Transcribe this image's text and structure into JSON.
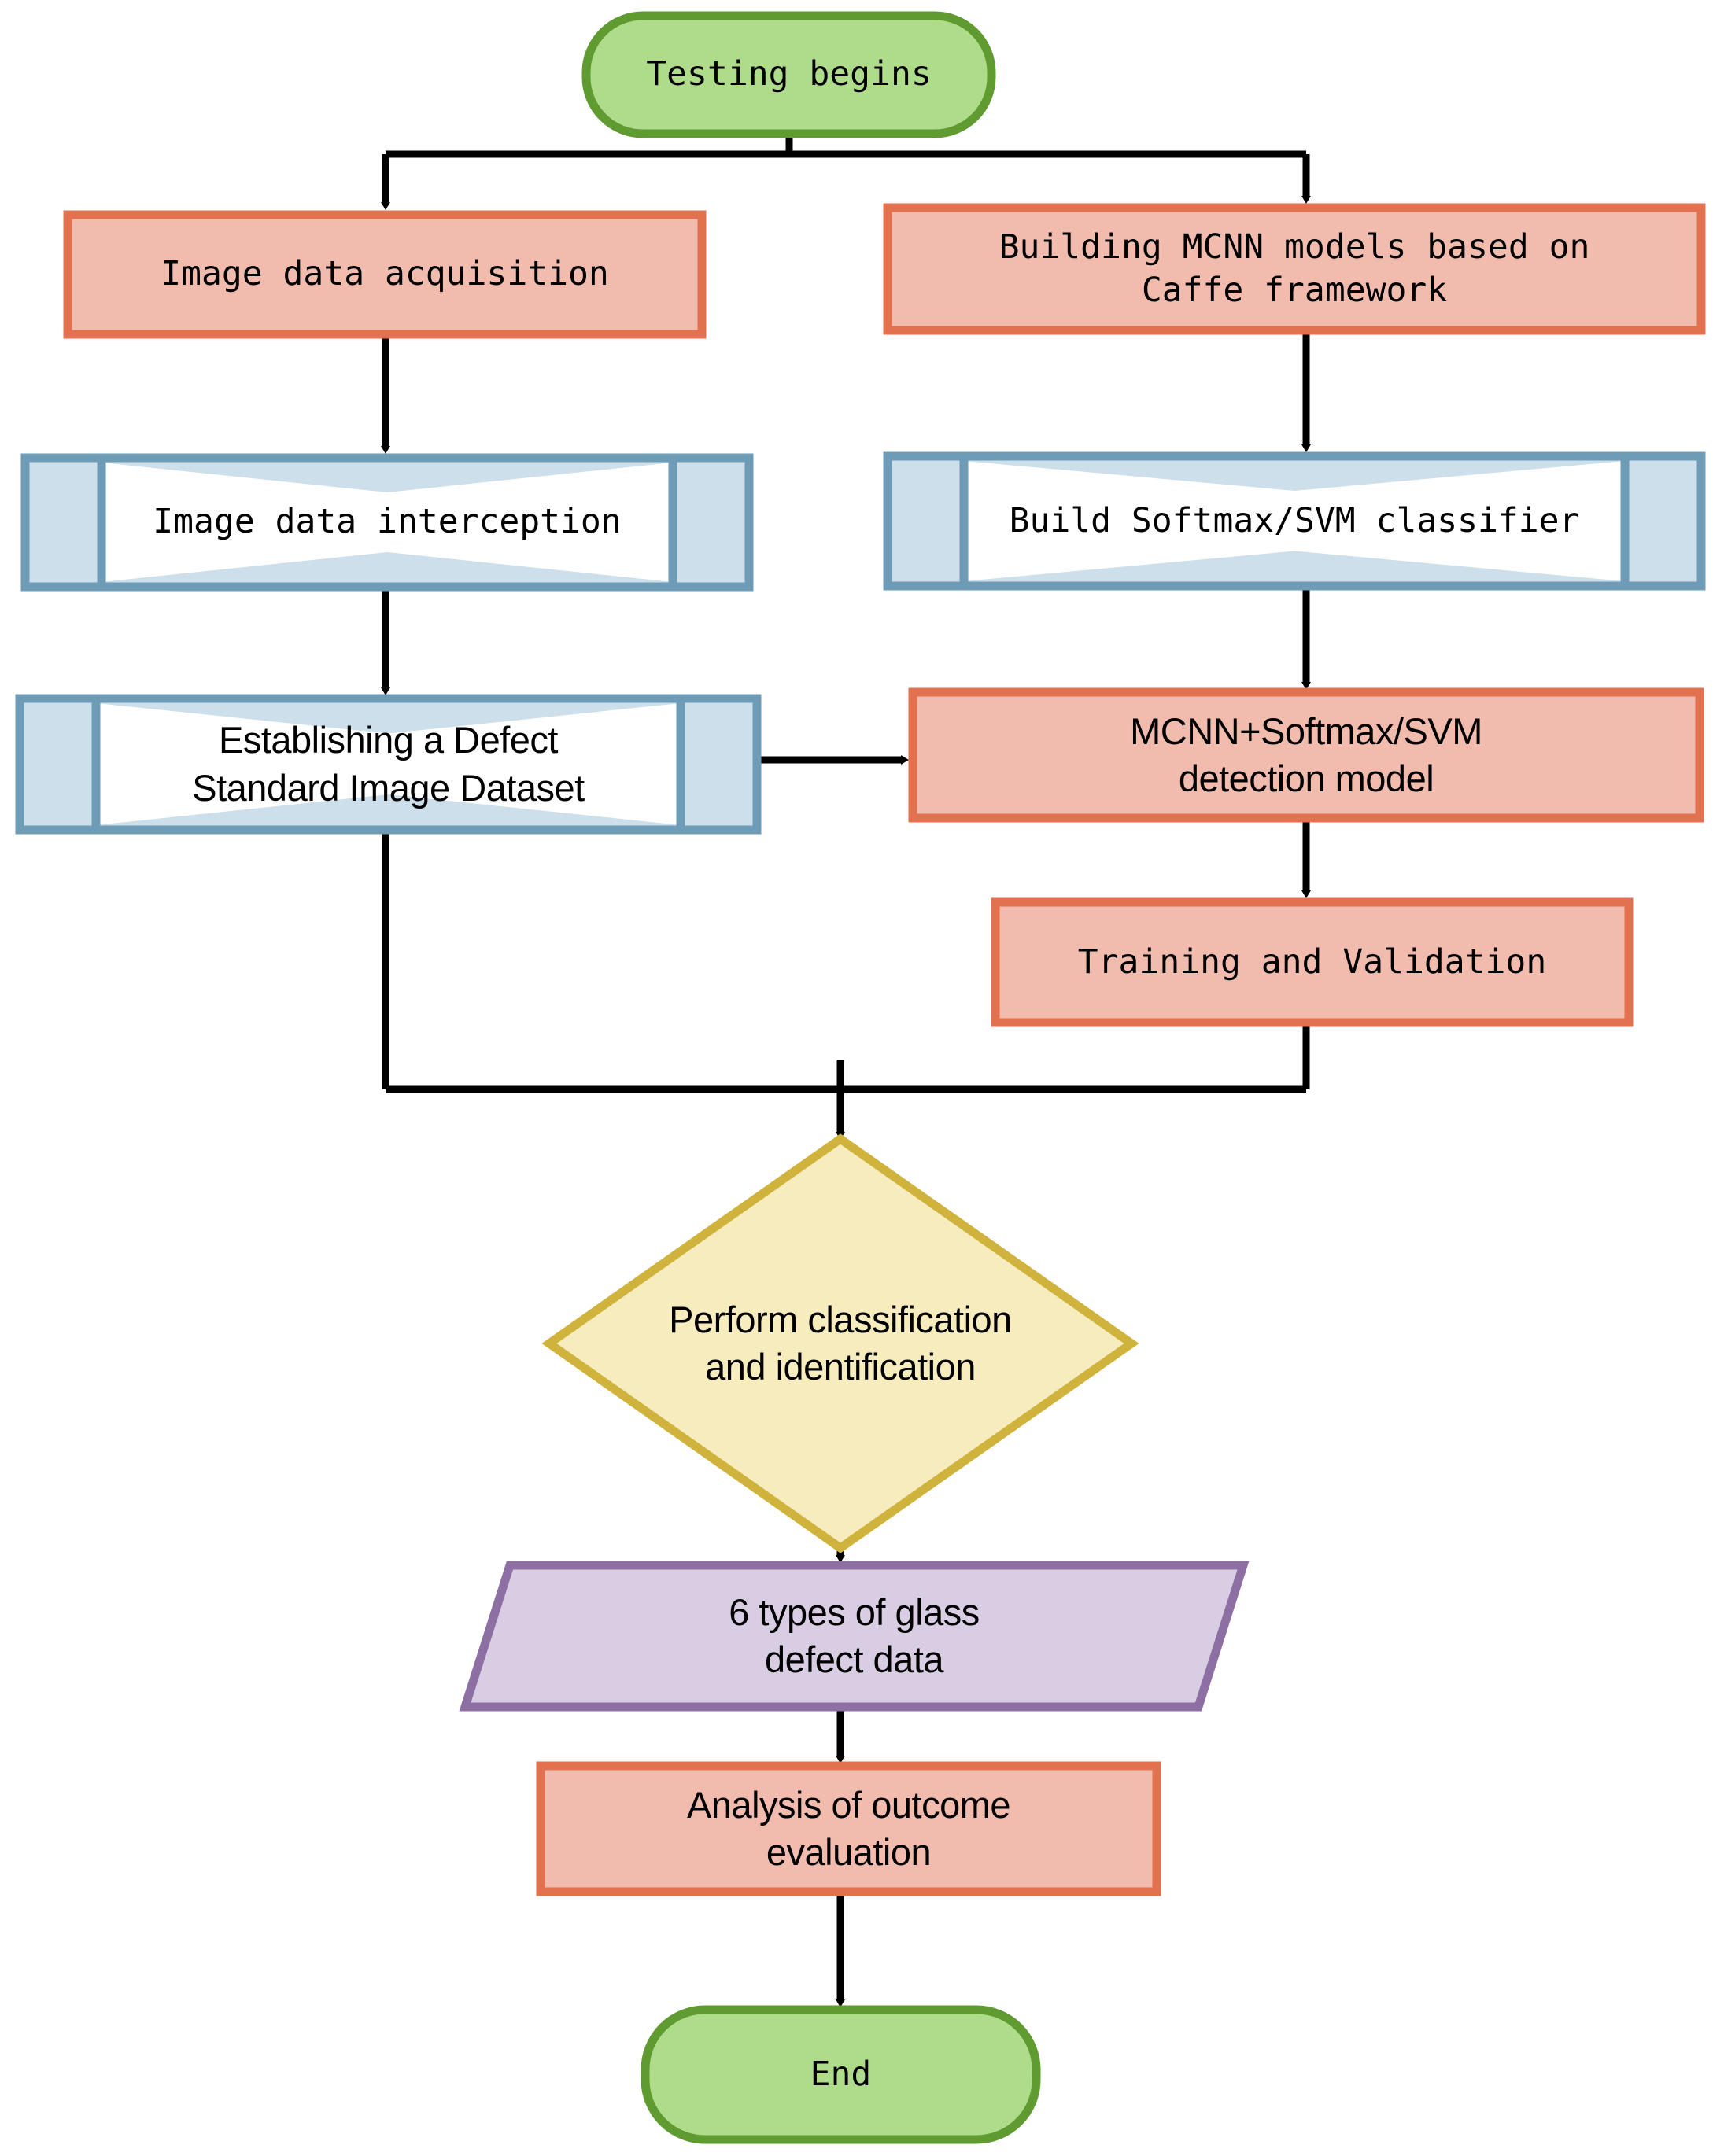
{
  "diagram": {
    "title": "Glass defect detection testing flowchart",
    "type": "flowchart",
    "palette": {
      "terminator_fill": "#AEDC8B",
      "terminator_stroke": "#5F9B31",
      "process_fill": "#F1BCAE",
      "process_stroke": "#E2714F",
      "predefined_fill": "#CCDFEA",
      "predefined_stroke": "#6E9BB5",
      "decision_fill": "#F7ECBE",
      "decision_stroke": "#CFB33C",
      "data_fill": "#D8CDE2",
      "data_stroke": "#8D6FA3",
      "connector": "#000000"
    },
    "nodes": [
      {
        "id": "start",
        "shape": "terminator",
        "label": "Testing begins"
      },
      {
        "id": "acquisition",
        "shape": "process",
        "label": "Image data acquisition"
      },
      {
        "id": "mcnn_build",
        "shape": "process",
        "label": "Building MCNN models based on\nCaffe framework"
      },
      {
        "id": "interception",
        "shape": "predefined-process",
        "label": "Image data interception"
      },
      {
        "id": "classifier",
        "shape": "predefined-process",
        "label": "Build Softmax/SVM classifier"
      },
      {
        "id": "dataset",
        "shape": "predefined-process",
        "label": "Establishing a Defect\nStandard Image Dataset"
      },
      {
        "id": "detect_model",
        "shape": "process",
        "label": "MCNN+Softmax/SVM\ndetection model"
      },
      {
        "id": "train_val",
        "shape": "process",
        "label": "Training and Validation"
      },
      {
        "id": "classify",
        "shape": "decision",
        "label": "Perform classification\nand identification"
      },
      {
        "id": "defect_data",
        "shape": "data",
        "label": "6 types of glass\ndefect data"
      },
      {
        "id": "analysis",
        "shape": "process",
        "label": "Analysis of outcome\nevaluation"
      },
      {
        "id": "end",
        "shape": "terminator",
        "label": "End"
      }
    ],
    "edges": [
      {
        "from": "start",
        "to": "acquisition"
      },
      {
        "from": "start",
        "to": "mcnn_build"
      },
      {
        "from": "acquisition",
        "to": "interception"
      },
      {
        "from": "mcnn_build",
        "to": "classifier"
      },
      {
        "from": "interception",
        "to": "dataset"
      },
      {
        "from": "classifier",
        "to": "detect_model"
      },
      {
        "from": "dataset",
        "to": "detect_model"
      },
      {
        "from": "detect_model",
        "to": "train_val"
      },
      {
        "from": "dataset",
        "to": "classify"
      },
      {
        "from": "train_val",
        "to": "classify"
      },
      {
        "from": "classify",
        "to": "defect_data"
      },
      {
        "from": "defect_data",
        "to": "analysis"
      },
      {
        "from": "analysis",
        "to": "end"
      }
    ]
  }
}
